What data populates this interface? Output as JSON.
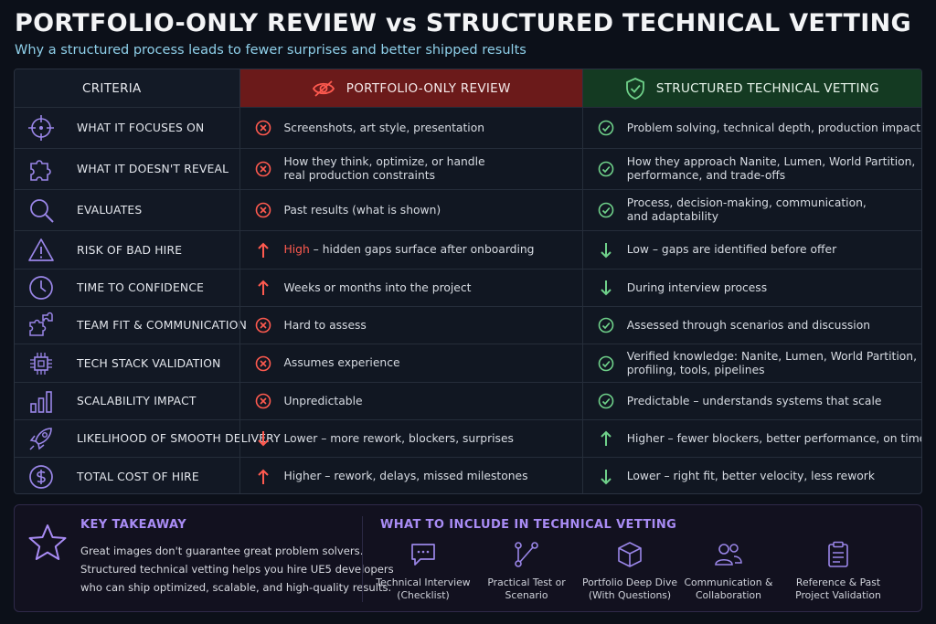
{
  "header": {
    "title": "PORTFOLIO-ONLY REVIEW vs STRUCTURED TECHNICAL VETTING",
    "subtitle": "Why a structured process leads to fewer surprises and better shipped results"
  },
  "colors": {
    "accent_red": "#ff5a4f",
    "accent_green": "#6fd18a",
    "accent_purple": "#a98cf5",
    "accent_blue": "#8fd0ea"
  },
  "table": {
    "headers": {
      "criteria": "CRITERIA",
      "portfolio": "PORTFOLIO-ONLY REVIEW",
      "structured": "STRUCTURED TECHNICAL VETTING"
    },
    "header_icons": {
      "portfolio": "eye-slash-icon",
      "structured": "shield-check-icon"
    },
    "rows": [
      {
        "icon": "crosshair-icon",
        "criteria": "WHAT IT FOCUSES ON",
        "p_mark": "x",
        "p_lines": [
          "Screenshots, art style, presentation"
        ],
        "s_mark": "check",
        "s_lines": [
          "Problem solving, technical depth, production impact"
        ]
      },
      {
        "icon": "puzzle-icon",
        "criteria": "WHAT IT DOESN'T REVEAL",
        "p_mark": "x",
        "p_lines": [
          "How they think, optimize, or handle",
          "real production constraints"
        ],
        "s_mark": "check",
        "s_lines": [
          "How they approach Nanite, Lumen, World Partition,",
          "performance, and trade-offs"
        ]
      },
      {
        "icon": "magnifier-icon",
        "criteria": "EVALUATES",
        "p_mark": "x",
        "p_lines": [
          "Past results (what is shown)"
        ],
        "s_mark": "check",
        "s_lines": [
          "Process, decision-making, communication,",
          "and adaptability"
        ]
      },
      {
        "icon": "warning-icon",
        "criteria": "RISK OF BAD HIRE",
        "p_mark": "up",
        "p_highlight": "High",
        "p_lines": [
          " – hidden gaps surface after onboarding"
        ],
        "s_mark": "down",
        "s_lines": [
          "Low – gaps are identified before offer"
        ]
      },
      {
        "icon": "clock-icon",
        "criteria": "TIME TO CONFIDENCE",
        "p_mark": "up",
        "p_lines": [
          "Weeks or months into the project"
        ],
        "s_mark": "down",
        "s_lines": [
          "During interview process"
        ]
      },
      {
        "icon": "puzzle-team-icon",
        "criteria": "TEAM FIT & COMMUNICATION",
        "p_mark": "x",
        "p_lines": [
          "Hard to assess"
        ],
        "s_mark": "check",
        "s_lines": [
          "Assessed through scenarios and discussion"
        ]
      },
      {
        "icon": "chip-icon",
        "criteria": "TECH STACK VALIDATION",
        "p_mark": "x",
        "p_lines": [
          "Assumes experience"
        ],
        "s_mark": "check",
        "s_lines": [
          "Verified knowledge: Nanite, Lumen, World Partition,",
          "profiling, tools, pipelines"
        ]
      },
      {
        "icon": "bar-chart-icon",
        "criteria": "SCALABILITY IMPACT",
        "p_mark": "x",
        "p_lines": [
          "Unpredictable"
        ],
        "s_mark": "check",
        "s_lines": [
          "Predictable – understands systems that scale"
        ]
      },
      {
        "icon": "rocket-icon",
        "criteria": "LIKELIHOOD OF SMOOTH DELIVERY",
        "p_mark": "down-red",
        "p_lines": [
          "Lower – more rework, blockers, surprises"
        ],
        "s_mark": "up-green",
        "s_lines": [
          "Higher – fewer blockers, better performance, on time"
        ]
      },
      {
        "icon": "dollar-icon",
        "criteria": "TOTAL COST OF HIRE",
        "p_mark": "up",
        "p_lines": [
          "Higher – rework, delays, missed milestones"
        ],
        "s_mark": "down",
        "s_lines": [
          "Lower – right fit, better velocity, less rework"
        ]
      }
    ]
  },
  "takeaway": {
    "title": "KEY TAKEAWAY",
    "icon": "star-icon",
    "lines": [
      "Great images don't guarantee great problem solvers.",
      "Structured technical vetting helps you hire UE5 developers",
      "who can ship optimized, scalable, and high-quality results."
    ]
  },
  "include": {
    "title": "WHAT TO INCLUDE IN TECHNICAL VETTING",
    "items": [
      {
        "icon": "chat-icon",
        "label": "Technical Interview\n(Checklist)"
      },
      {
        "icon": "flow-icon",
        "label": "Practical Test or\nScenario"
      },
      {
        "icon": "cube-icon",
        "label": "Portfolio Deep Dive\n(With Questions)"
      },
      {
        "icon": "people-icon",
        "label": "Communication &\nCollaboration"
      },
      {
        "icon": "clipboard-icon",
        "label": "Reference & Past\nProject Validation"
      }
    ]
  }
}
